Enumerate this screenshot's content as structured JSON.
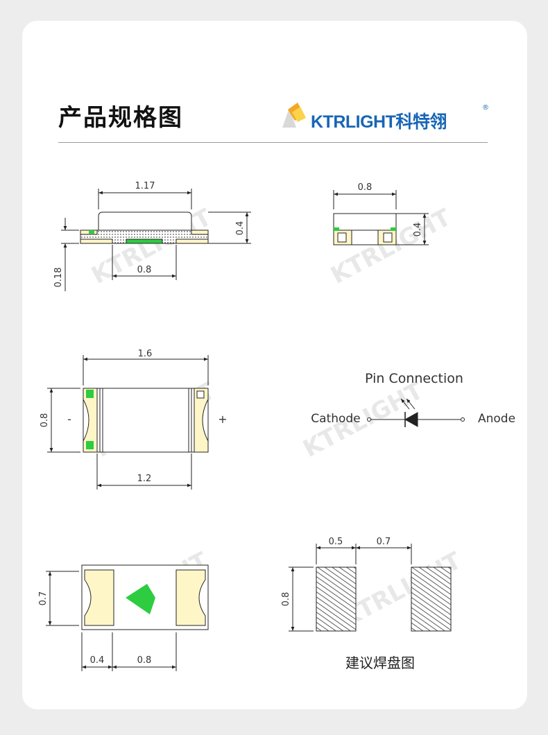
{
  "header": {
    "title": "产品规格图",
    "logo_text": "KTRLIGHT科特翎",
    "logo_registered": "®"
  },
  "watermark_text": "KTRLIGHT",
  "side_view": {
    "dim_length": "1.17",
    "dim_height": "0.4",
    "dim_pad_height": "0.18",
    "dim_pad_gap": "0.8"
  },
  "end_view": {
    "dim_width": "0.8",
    "dim_height": "0.4"
  },
  "top_view": {
    "dim_length": "1.6",
    "dim_width": "0.8",
    "dim_inner": "1.2",
    "polarity_minus": "-",
    "polarity_plus": "+"
  },
  "pin_connection": {
    "title": "Pin Connection",
    "cathode": "Cathode",
    "anode": "Anode"
  },
  "bottom_view": {
    "dim_width": "0.7",
    "dim_pad": "0.4",
    "dim_gap": "0.8"
  },
  "solder_pad": {
    "dim_pad": "0.5",
    "dim_gap": "0.7",
    "dim_height": "0.8",
    "caption": "建议焊盘图"
  },
  "colors": {
    "pad": "#fff6c8",
    "pad_stroke": "#6a6a4a",
    "led_green": "#2ecc40",
    "line": "#222222",
    "brand_blue": "#1765b6",
    "brand_orange": "#f5a623"
  }
}
